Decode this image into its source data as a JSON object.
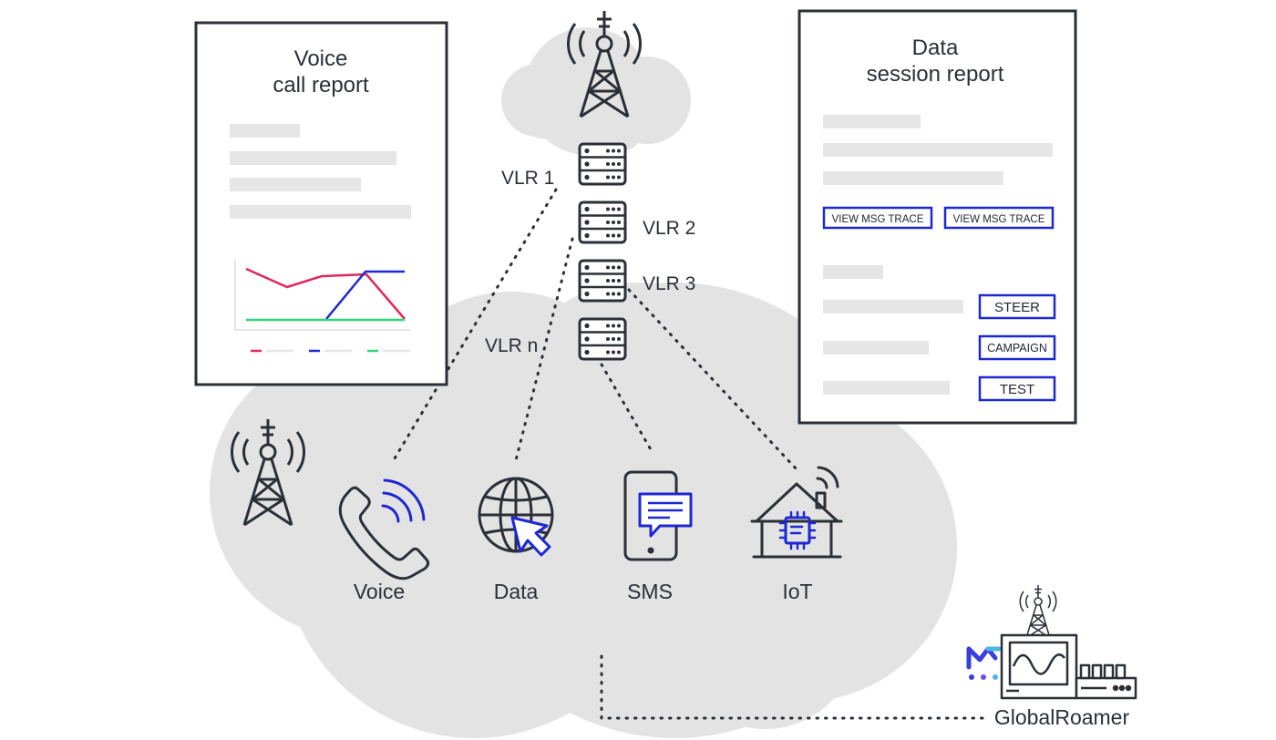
{
  "voice_report": {
    "title_line1": "Voice",
    "title_line2": "call report"
  },
  "data_report": {
    "title_line1": "Data",
    "title_line2": "session report",
    "view_trace_1": "VIEW MSG TRACE",
    "view_trace_2": "VIEW MSG TRACE",
    "steer": "STEER",
    "campaign": "CAMPAIGN",
    "test": "TEST"
  },
  "vlr": {
    "vlr1": "VLR 1",
    "vlr2": "VLR 2",
    "vlr3": "VLR 3",
    "vlrn": "VLR n"
  },
  "services": {
    "voice": "Voice",
    "data": "Data",
    "sms": "SMS",
    "iot": "IoT"
  },
  "brand": {
    "name": "GlobalRoamer"
  },
  "colors": {
    "cloud": "#e3e3e3",
    "ink": "#2b2f36",
    "accent_blue": "#1e28d2",
    "chart_red": "#e0285a",
    "chart_green": "#2ed47a",
    "placeholder": "#e6e6e6"
  }
}
